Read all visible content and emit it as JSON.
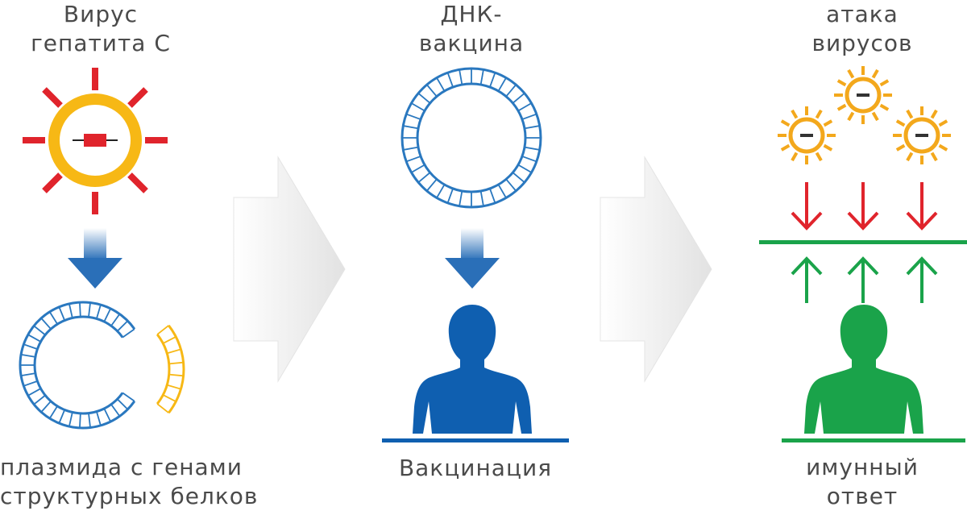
{
  "panels": {
    "virus": {
      "title_line1": "Вирус",
      "title_line2": "гепатита С",
      "caption_line1": "плазмида с генами",
      "caption_line2": "структурных белков"
    },
    "vaccine": {
      "title_line1": "ДНК-",
      "title_line2": "вакцина",
      "caption": "Вакцинация"
    },
    "attack": {
      "title_line1": "атака",
      "title_line2": "вирусов",
      "caption_line1": "имунный",
      "caption_line2": "ответ"
    }
  },
  "colors": {
    "virus_red": "#e0242c",
    "virus_yellow": "#f7b815",
    "dna_blue": "#2a78bf",
    "person_blue": "#0f5fb0",
    "person_green": "#1aa34a",
    "arrow_red": "#e0242c",
    "arrow_green": "#1aa34a",
    "immune_line_green": "#1aa34a",
    "small_virus_orange": "#f3a81c",
    "flow_arrow_gray": "#e6e6e6"
  }
}
